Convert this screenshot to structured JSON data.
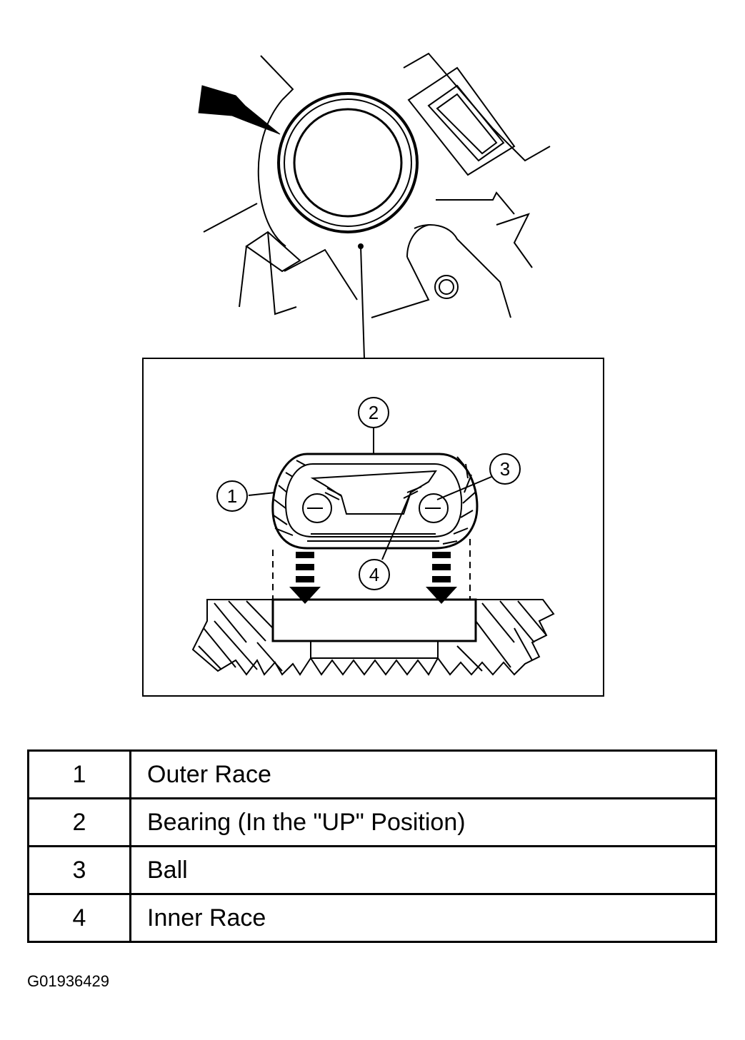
{
  "callouts": [
    {
      "number": "1"
    },
    {
      "number": "2"
    },
    {
      "number": "3"
    },
    {
      "number": "4"
    }
  ],
  "legend": [
    {
      "number": "1",
      "label": "Outer Race"
    },
    {
      "number": "2",
      "label": "Bearing (In the \"UP\" Position)"
    },
    {
      "number": "3",
      "label": "Ball"
    },
    {
      "number": "4",
      "label": "Inner Race"
    }
  ],
  "figure_id": "G01936429"
}
